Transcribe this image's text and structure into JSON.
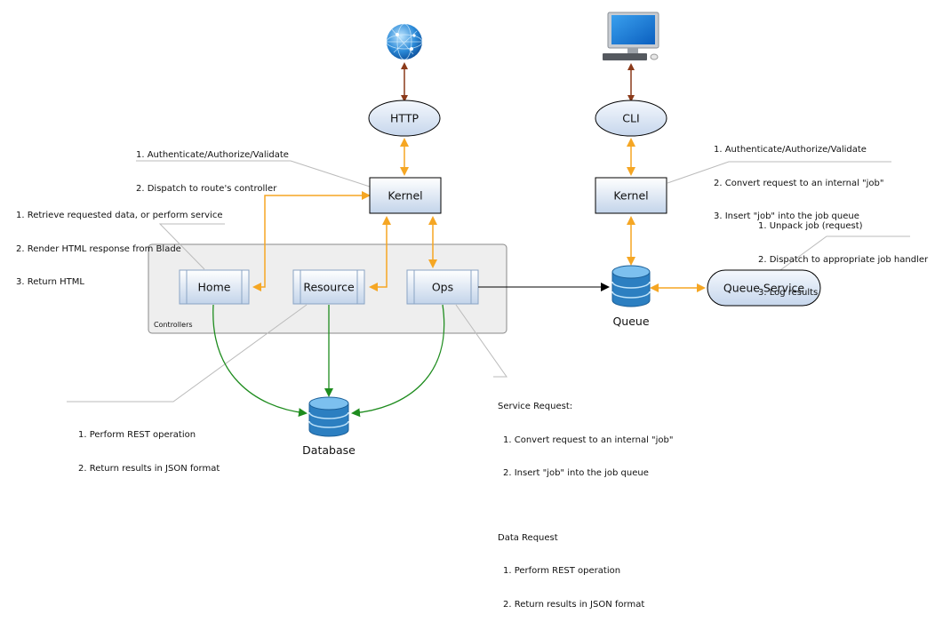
{
  "nodes": {
    "http": "HTTP",
    "cli": "CLI",
    "kernel_left": "Kernel",
    "kernel_right": "Kernel",
    "home": "Home",
    "resource": "Resource",
    "ops": "Ops",
    "queue_service": "Queue Service",
    "queue": "Queue",
    "database": "Database",
    "controllers": "Controllers"
  },
  "notes": {
    "http_kernel": [
      "1. Authenticate/Authorize/Validate",
      "2. Dispatch to route's controller"
    ],
    "home": [
      "1. Retrieve requested data, or perform service",
      "2. Render HTML response from Blade",
      "3. Return HTML"
    ],
    "cli_kernel": [
      "1. Authenticate/Authorize/Validate",
      "2. Convert request to an internal \"job\"",
      "3. Insert \"job\" into the job queue"
    ],
    "queue_service": [
      "1. Unpack job (request)",
      "2. Dispatch to appropriate job handler",
      "3. Log results"
    ],
    "resource": [
      "1. Perform REST operation",
      "2. Return results in JSON format"
    ],
    "ops_service_title": "Service Request:",
    "ops_service": [
      "1. Convert request to an internal \"job\"",
      "2. Insert \"job\" into the job queue"
    ],
    "ops_data_title": "Data Request",
    "ops_data": [
      "1. Perform REST operation",
      "2. Return results in JSON format"
    ]
  },
  "icons": {
    "globe": "globe-icon",
    "computer": "desktop-computer-icon",
    "database": "database-icon"
  },
  "colors": {
    "brown_arrow": "#8b3a1a",
    "orange_arrow": "#f5a623",
    "green_arrow": "#1e8c1e",
    "box_fill_top": "#ffffff",
    "box_fill_bottom": "#c5d6ea",
    "db_blue": "#2c7fc1"
  }
}
